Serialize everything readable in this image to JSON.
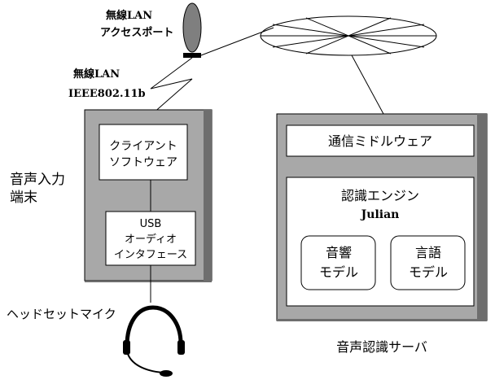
{
  "wireless_ap": {
    "label_line1": "無線LAN",
    "label_line2": "アクセスポート"
  },
  "wireless_link": {
    "label_line1": "無線LAN",
    "label_line2": "IEEE802.11b"
  },
  "terminal": {
    "title_line1": "音声入力",
    "title_line2": "端末",
    "client_line1": "クライアント",
    "client_line2": "ソフトウェア",
    "usb_line1": "USB",
    "usb_line2": "オーディオ",
    "usb_line3": "インタフェース"
  },
  "headset": {
    "label": "ヘッドセットマイク"
  },
  "server": {
    "middleware": "通信ミドルウェア",
    "engine_line1": "認識エンジン",
    "engine_line2": "Julian",
    "acoustic_line1": "音響",
    "acoustic_line2": "モデル",
    "language_line1": "言語",
    "language_line2": "モデル",
    "caption": "音声認識サーバ"
  },
  "colors": {
    "frame_gray": "#a8a8a8",
    "frame_dark": "#6e6e6e",
    "antenna_gray": "#7f7f7f",
    "box_white": "#ffffff",
    "line": "#000000"
  }
}
